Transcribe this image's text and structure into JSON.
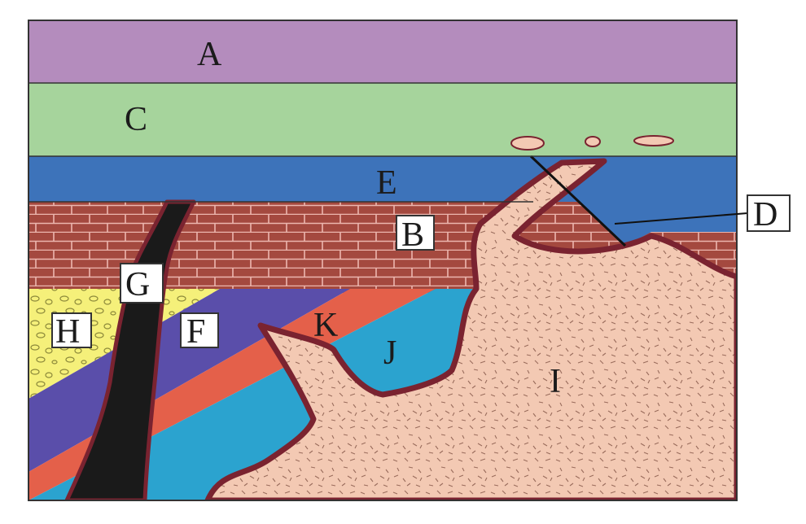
{
  "diagram": {
    "layer_labels": {
      "A": "A",
      "C": "C",
      "E": "E",
      "B": "B",
      "D": "D",
      "G": "G",
      "H": "H",
      "F": "F",
      "K": "K",
      "J": "J",
      "I": "I"
    },
    "colors": {
      "A": "#b48cbd",
      "C": "#a6d49c",
      "E": "#3d73ba",
      "B": "#a4493f",
      "brick_mortar": "#ecb6ae",
      "G": "#1a1a1a",
      "H": "#f5f07a",
      "F": "#5a4eaa",
      "K": "#e4604a",
      "J": "#2ba3cf",
      "I": "#f3c9b3",
      "contact_border": "#7a2330",
      "outline": "#222222"
    }
  }
}
